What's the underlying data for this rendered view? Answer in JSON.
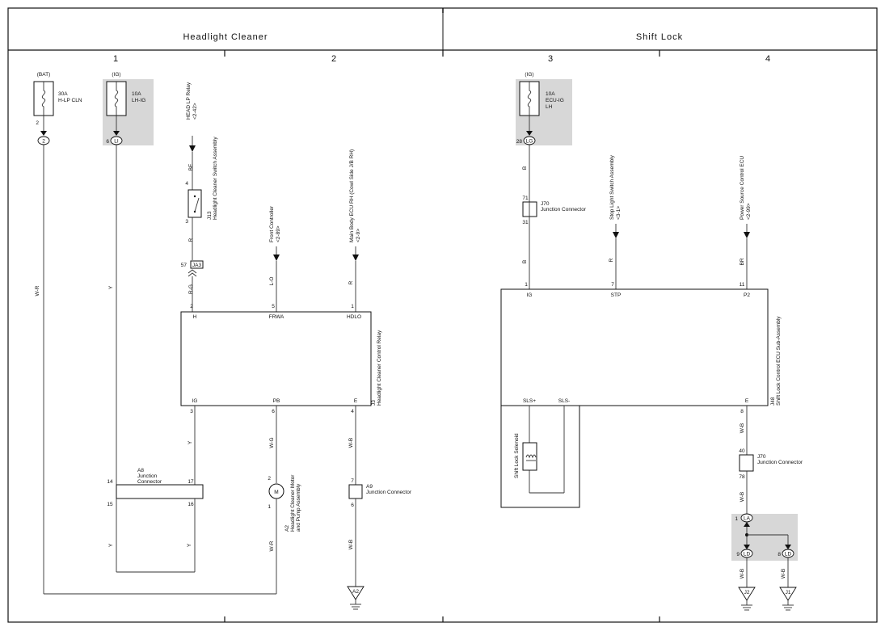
{
  "sections": {
    "headlight_cleaner": "Headlight Cleaner",
    "shift_lock": "Shift Lock"
  },
  "columns": [
    "1",
    "2",
    "3",
    "4"
  ],
  "fuses": {
    "bat_source": "(BAT)",
    "bat_rating": "30A",
    "bat_name": "H-LP CLN",
    "bat_pin": "2",
    "bat_conn": "2",
    "ig1_source": "(IG)",
    "ig1_rating": "10A",
    "ig1_name": "LH-IG",
    "ig1_pin": "6",
    "ig1_conn": "LI",
    "ig2_source": "(IG)",
    "ig2_rating": "10A",
    "ig2_name": "ECU-IG",
    "ig2_name2": "LH",
    "ig2_pin": "28",
    "ig2_conn": "LG"
  },
  "wires": {
    "w_r": "W-R",
    "y": "Y",
    "be": "BE",
    "r": "R",
    "r_g": "R-G",
    "l_o": "L-O",
    "w_g": "W-G",
    "w_b": "W-B",
    "b": "B",
    "br": "BR"
  },
  "refs": {
    "head_lp_relay": "HEAD LP Relay",
    "head_lp_relay_page": "<2-42>",
    "front_controller": "Front Controller",
    "front_controller_page": "<2-89>",
    "main_body_ecu": "Main Body ECU RH (Cowl Side J/B RH)",
    "main_body_ecu_page": "<2-9>",
    "stop_light_switch": "Stop Light Switch Assembly",
    "stop_light_switch_page": "<3-1>",
    "power_source_ecu": "Power Source Control ECU",
    "power_source_ecu_page": "<2-99>"
  },
  "components": {
    "j13_id": "J13",
    "j13_name": "Headlight Cleaner Switch Assembly",
    "j13_pin_top": "4",
    "j13_pin_bottom": "3",
    "ja3_pin": "57",
    "ja3_label": "JA3",
    "relay_id": "J3",
    "relay_name": "Headlight Cleaner Control Relay",
    "relay_pins_top": [
      {
        "num": "2",
        "name": "H"
      },
      {
        "num": "5",
        "name": "FRWA"
      },
      {
        "num": "1",
        "name": "HDLO"
      }
    ],
    "relay_pins_bottom": [
      {
        "num": "3",
        "name": "IG"
      },
      {
        "num": "6",
        "name": "PB"
      },
      {
        "num": "4",
        "name": "E"
      }
    ],
    "a8_id": "A8",
    "a8_name1": "Junction",
    "a8_name2": "Connector",
    "a8_pins": [
      "14",
      "17",
      "15",
      "16"
    ],
    "a9_id": "A9",
    "a9_name": "Junction Connector",
    "a9_pins": [
      "7",
      "6"
    ],
    "motor_symbol": "M",
    "a2_id": "A2",
    "a2_name1": "Headlight Cleaner Motor",
    "a2_name2": "and Pump Assembly",
    "a2_pins": [
      "2",
      "1"
    ],
    "ground_a2": "A2",
    "j70a_id": "J70",
    "j70a_name": "Junction Connector",
    "j70a_pins": [
      "71",
      "31"
    ],
    "ecu_id": "J48",
    "ecu_name": "Shift Lock Control ECU Sub-Assembly",
    "ecu_pins_top": [
      {
        "num": "1",
        "name": "IG"
      },
      {
        "num": "7",
        "name": "STP"
      },
      {
        "num": "11",
        "name": "P2"
      }
    ],
    "ecu_pins_bottom": [
      {
        "name": "SLS+"
      },
      {
        "name": "SLS-"
      },
      {
        "num": "8",
        "name": "E"
      }
    ],
    "solenoid_name": "Shift Lock Solenoid",
    "j70b_id": "J70",
    "j70b_name": "Junction Connector",
    "j70b_pins": [
      "40",
      "78"
    ],
    "joint_pin": "1",
    "joint_label": "LA",
    "lower_joints": [
      {
        "pin": "9",
        "label": "LD"
      },
      {
        "pin": "8",
        "label": "LD"
      }
    ],
    "grounds": [
      "J2",
      "J1"
    ]
  }
}
